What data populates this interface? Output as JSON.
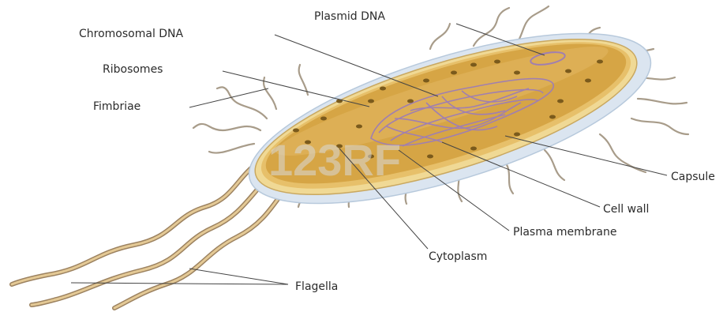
{
  "labels": {
    "plasmid_dna": "Plasmid DNA",
    "chromosomal_dna": "Chromosomal DNA",
    "ribosomes": "Ribosomes",
    "fimbriae": "Fimbriae",
    "capsule": "Capsule",
    "cell_wall": "Cell wall",
    "plasma_membrane": "Plasma membrane",
    "cytoplasm": "Cytoplasm",
    "flagella": "Flagella"
  },
  "watermark": "123RF",
  "colors": {
    "capsule": "#d8e3ee",
    "cell_wall": "#b8cde0",
    "membrane": "#f2dc9a",
    "cytoplasm": "#d9a849",
    "dna": "#a07fb0",
    "ribosome": "#7a5a1c",
    "appendage": "#a89c8a",
    "flagellum": "#c9a979",
    "leader": "#444444"
  }
}
